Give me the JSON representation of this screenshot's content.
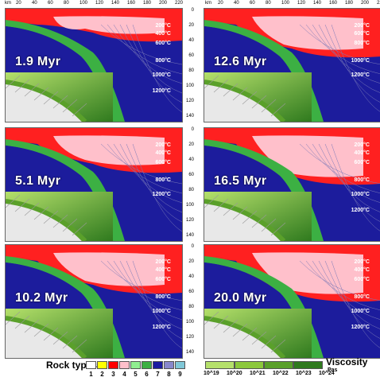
{
  "axis": {
    "km_label": "km",
    "x_ticks": [
      "20",
      "40",
      "60",
      "80",
      "100",
      "120",
      "140",
      "160",
      "180",
      "200",
      "220"
    ],
    "y_ticks": [
      "0",
      "20",
      "40",
      "60",
      "80",
      "100",
      "120",
      "140"
    ]
  },
  "panels": [
    {
      "time": "1.9 Myr",
      "temps": [
        "200°C",
        "400°C",
        "600°C",
        "800°C",
        "1000°C",
        "1200°C"
      ]
    },
    {
      "time": "12.6 Myr",
      "temps": [
        "200°C",
        "600°C",
        "800°C",
        "1000°C",
        "1200°C"
      ]
    },
    {
      "time": "5.1 Myr",
      "temps": [
        "200°C",
        "400°C",
        "600°C",
        "800°C",
        "1200°C"
      ]
    },
    {
      "time": "16.5 Myr",
      "temps": [
        "200°C",
        "400°C",
        "600°C",
        "800°C",
        "1000°C",
        "1200°C"
      ]
    },
    {
      "time": "10.2 Myr",
      "temps": [
        "200°C",
        "400°C",
        "600°C",
        "800°C",
        "1000°C",
        "1200°C"
      ]
    },
    {
      "time": "20.0 Myr",
      "temps": [
        "200°C",
        "400°C",
        "600°C",
        "800°C",
        "1000°C",
        "1200°C"
      ]
    }
  ],
  "legend": {
    "rock_types_title": "Rock types",
    "rock_types": [
      {
        "label": "1",
        "color": "#ffffff"
      },
      {
        "label": "2",
        "color": "#ffff00"
      },
      {
        "label": "3",
        "color": "#ff0000"
      },
      {
        "label": "4",
        "color": "#ffc0cb"
      },
      {
        "label": "5",
        "color": "#90ee90"
      },
      {
        "label": "6",
        "color": "#3cb043"
      },
      {
        "label": "7",
        "color": "#1a1aa0"
      },
      {
        "label": "8",
        "color": "#8888cc"
      },
      {
        "label": "9",
        "color": "#80c8d8"
      }
    ],
    "viscosity_title": "Viscosity",
    "viscosity_ticks": [
      "10^19",
      "10^20",
      "10^21",
      "10^22",
      "10^23",
      "10^24"
    ],
    "viscosity_unit": "Pas",
    "viscosity_colors": [
      "#b5e06b",
      "#8cc83c",
      "#5aa02a",
      "#2f7a1e"
    ]
  }
}
